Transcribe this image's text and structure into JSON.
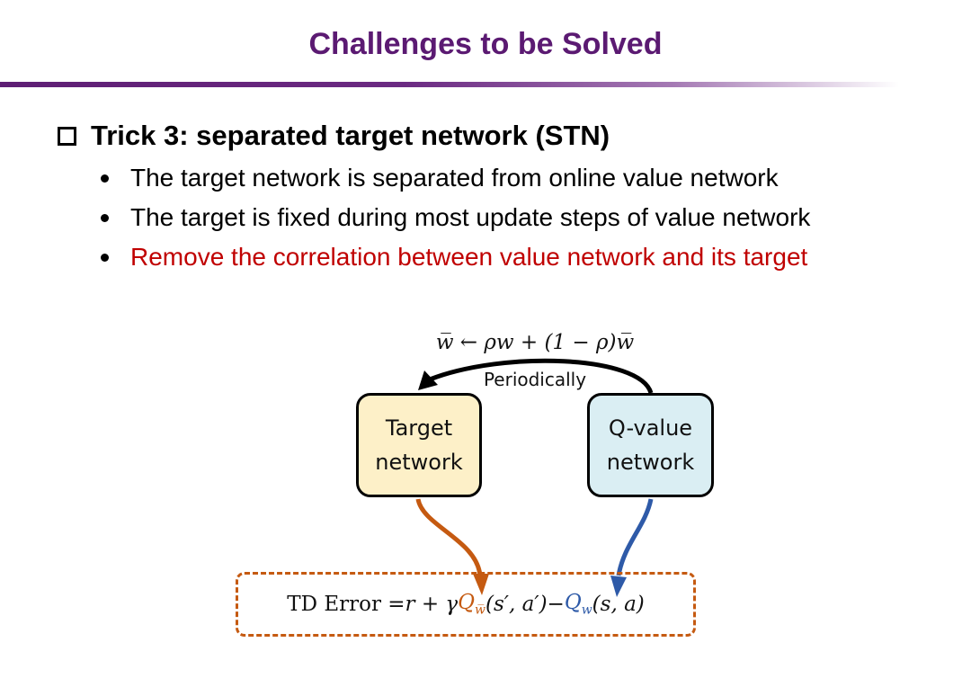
{
  "slide": {
    "title": "Challenges to be Solved"
  },
  "section": {
    "heading": "Trick 3: separated target network (STN)",
    "bullets": [
      "The target network is separated from online value network",
      "The target is fixed during most update steps of value network",
      "Remove the correlation between value network and its target"
    ]
  },
  "diagram": {
    "update_equation": "w̅ ← ρw + (1 − ρ)w̅",
    "arrow_label": "Periodically",
    "target_box": {
      "line1": "Target",
      "line2": "network"
    },
    "qvalue_box": {
      "line1": "Q-value",
      "line2": "network"
    },
    "td_error": {
      "prefix": "TD Error = ",
      "r_term": "r + γ",
      "q_target": "Q",
      "q_target_sub": "w̅",
      "q_target_args": "(s′, a′)",
      "minus": " − ",
      "q_online": "Q",
      "q_online_sub": "w",
      "q_online_args": "(s, a)"
    }
  },
  "colors": {
    "title": "#5b1a72",
    "highlight_bullet": "#c00000",
    "target_fill": "#fdf0c8",
    "qvalue_fill": "#daeef3",
    "orange_arrow": "#c55a11",
    "blue_arrow": "#2e5aa8"
  }
}
